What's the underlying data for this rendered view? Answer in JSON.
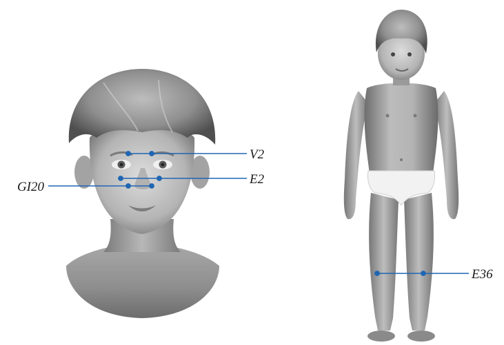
{
  "diagram": {
    "point_color": "#1f66b3",
    "line_color": "#1f66b3",
    "labels": {
      "v2": "V2",
      "e2": "E2",
      "gi20": "GI20",
      "e36": "E36"
    },
    "figures": [
      {
        "name": "child-head-front",
        "icon": "child-head-illustration"
      },
      {
        "name": "child-full-body-front",
        "icon": "child-body-illustration"
      }
    ]
  }
}
